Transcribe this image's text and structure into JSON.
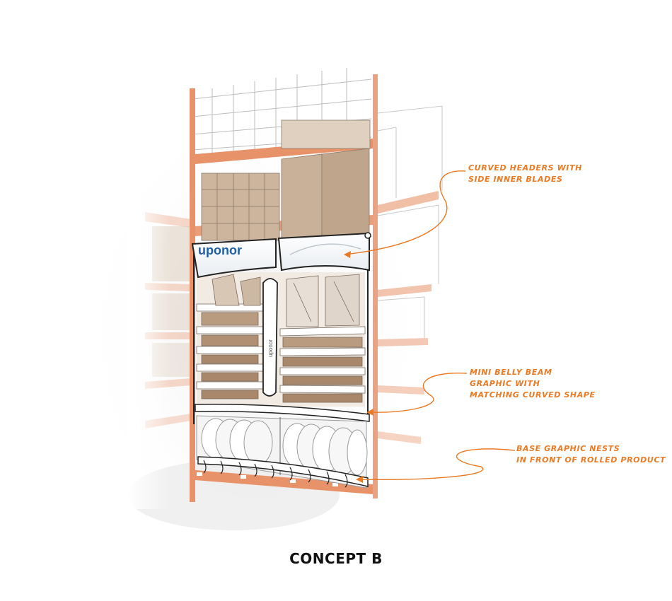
{
  "colors": {
    "accent": "#ea7a24",
    "rack_orange": "#e8926a",
    "brand_blue": "#1f5fa8",
    "ink": "#444444",
    "carton": "#c9b199"
  },
  "brand": {
    "logo_text": "uponor"
  },
  "blade_text": "uponor",
  "annotations": [
    {
      "id": "curved-headers",
      "lines": [
        "CURVED HEADERS WITH",
        "SIDE INNER BLADES"
      ]
    },
    {
      "id": "belly-beam",
      "lines": [
        "MINI BELLY BEAM",
        "GRAPHIC WITH",
        "MATCHING CURVED SHAPE"
      ]
    },
    {
      "id": "base-graphic",
      "lines": [
        "BASE GRAPHIC NESTS",
        "IN FRONT OF ROLLED PRODUCT"
      ]
    }
  ],
  "caption": "CONCEPT B"
}
